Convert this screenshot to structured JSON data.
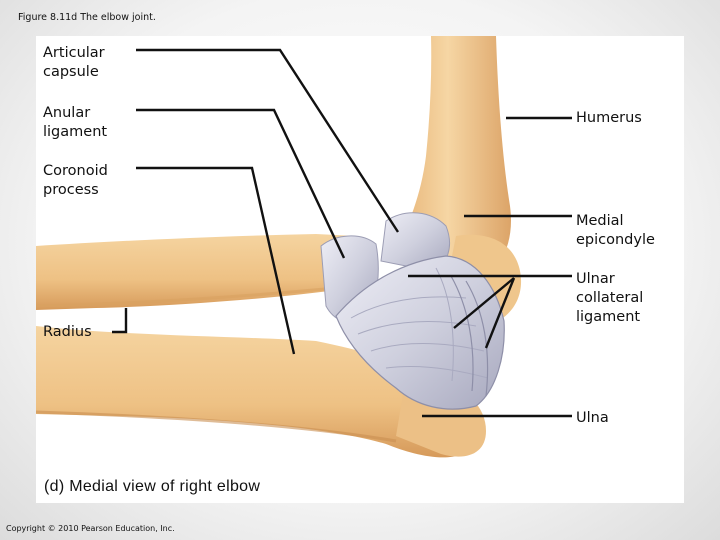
{
  "figure_caption": "Figure 8.11d  The elbow joint.",
  "labels": {
    "articular_capsule": "Articular\ncapsule",
    "anular_ligament": "Anular\nligament",
    "coronoid_process": "Coronoid\nprocess",
    "radius": "Radius",
    "humerus": "Humerus",
    "medial_epicondyle": "Medial\nepicondyle",
    "ulnar_collateral_ligament": "Ulnar\ncollateral\nligament",
    "ulna": "Ulna"
  },
  "view_title": "(d) Medial view of right elbow",
  "copyright": "Copyright © 2010 Pearson Education, Inc.",
  "colors": {
    "bone": "#f1c88e",
    "bone_shadow": "#d9a160",
    "ligament": "#d6d7e3",
    "ligament_shadow": "#9c9db4",
    "leader_line": "#111111"
  }
}
